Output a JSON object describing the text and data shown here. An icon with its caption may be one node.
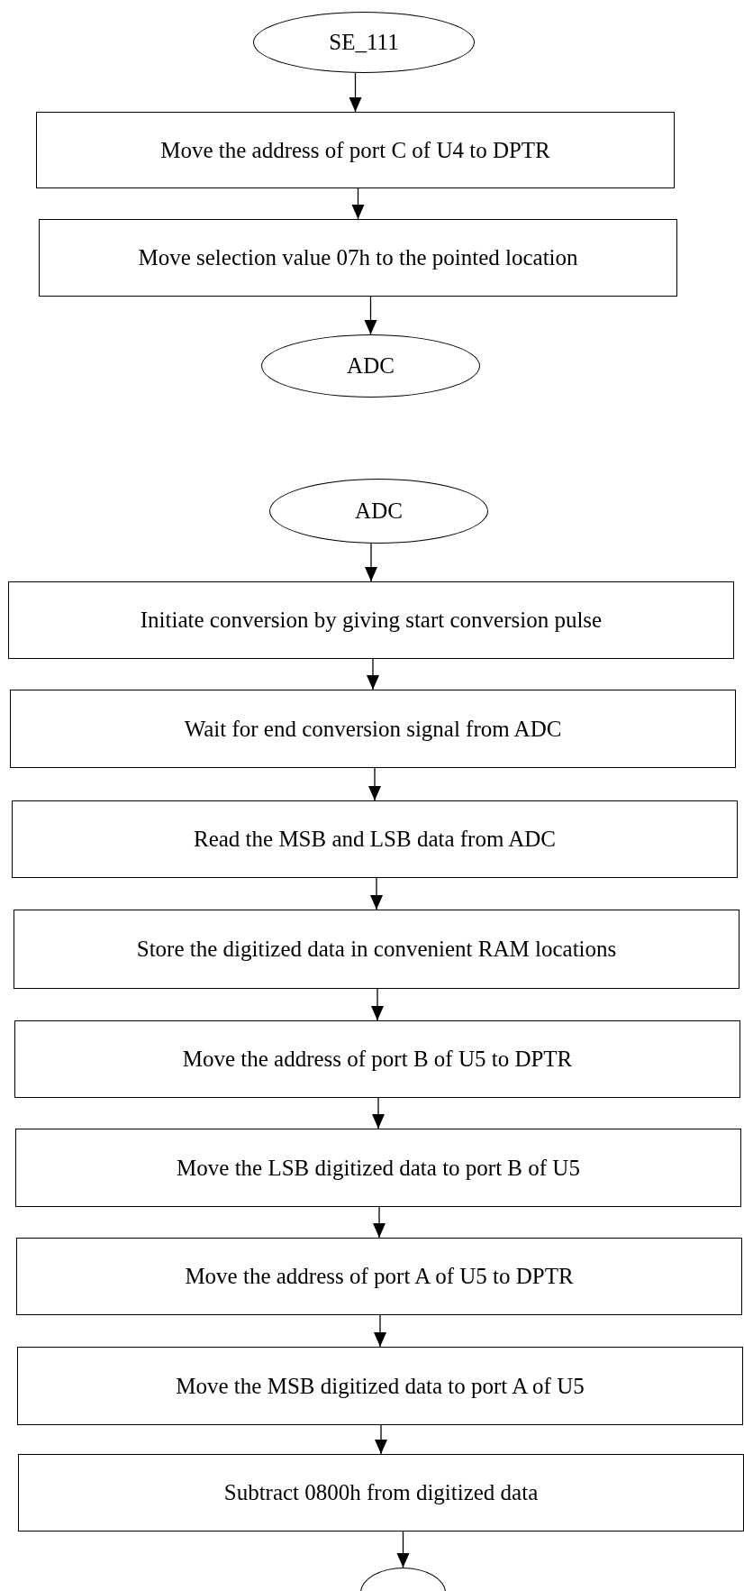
{
  "diagram": {
    "nodes": [
      {
        "text": [
          "SE_111"
        ]
      },
      {
        "text": [
          "Move the address of port C of U4 to DPTR"
        ]
      },
      {
        "text": [
          "Move selection value 07h to the pointed location"
        ]
      },
      {
        "text": [
          "ADC"
        ]
      },
      {
        "text": [
          "ADC"
        ]
      },
      {
        "text": [
          "Initiate conversion by giving start conversion pulse"
        ]
      },
      {
        "text": [
          "Wait for end conversion signal from ADC"
        ]
      },
      {
        "text": [
          "Read the MSB and LSB data from ADC"
        ]
      },
      {
        "text": [
          "Store the digitized data in convenient RAM locations"
        ]
      },
      {
        "text": [
          "Move the address of port B of U5 to DPTR"
        ]
      },
      {
        "text": [
          "Move the LSB digitized data to port B of U5"
        ]
      },
      {
        "text": [
          "Move the address of port A of U5 to DPTR"
        ]
      },
      {
        "text": [
          "Move the MSB digitized data to port A of U5"
        ]
      },
      {
        "text": [
          "Subtract 0800h from digitized data"
        ]
      },
      {
        "text": [],
        "shape": "ellipse"
      }
    ],
    "edges": [
      {
        "from": 0,
        "to": 1,
        "arrow": "to"
      },
      {
        "from": 1,
        "to": 2,
        "arrow": "to"
      },
      {
        "from": 2,
        "to": 3,
        "arrow": "to"
      },
      {
        "from": 4,
        "to": 5,
        "arrow": "to"
      },
      {
        "from": 5,
        "to": 6,
        "arrow": "to"
      },
      {
        "from": 6,
        "to": 7,
        "arrow": "to"
      },
      {
        "from": 7,
        "to": 8,
        "arrow": "to"
      },
      {
        "from": 8,
        "to": 9,
        "arrow": "to"
      },
      {
        "from": 9,
        "to": 10,
        "arrow": "to"
      },
      {
        "from": 10,
        "to": 11,
        "arrow": "to"
      },
      {
        "from": 11,
        "to": 12,
        "arrow": "to"
      },
      {
        "from": 12,
        "to": 13,
        "arrow": "to"
      },
      {
        "from": 13,
        "to": 14,
        "arrow": "to"
      }
    ]
  }
}
